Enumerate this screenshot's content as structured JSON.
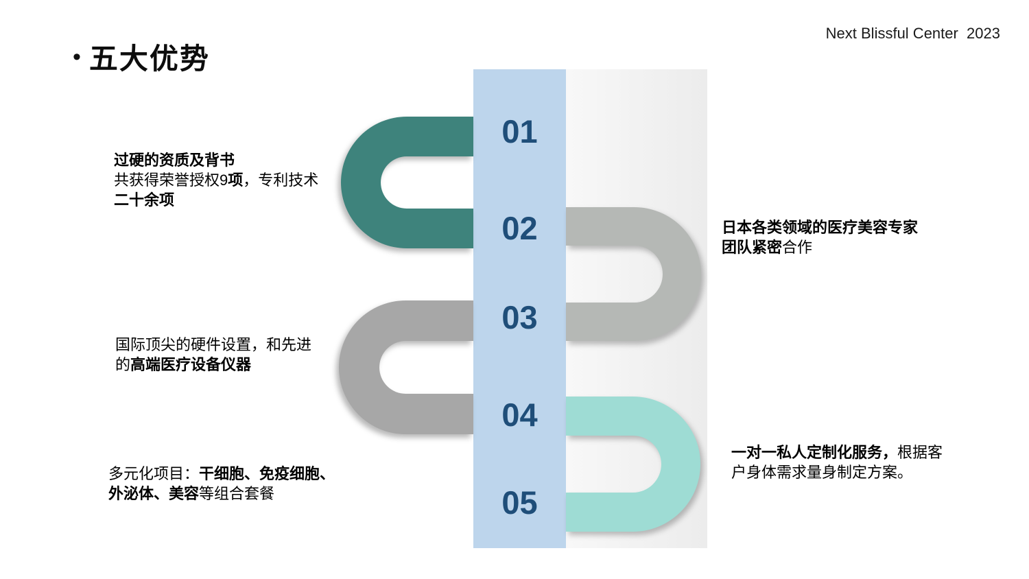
{
  "brand": "Next Blissful Center  2023",
  "title": {
    "bullet": "•",
    "text": "五大优势"
  },
  "steps": [
    "01",
    "02",
    "03",
    "04",
    "05"
  ],
  "colors": {
    "band": "#BDD5EC",
    "stripStart": "#F8F8F8",
    "stripEnd": "#ECECEC",
    "number": "#1F4E79",
    "teal": "#3E837C",
    "grayLeft": "#A7A7A7",
    "grayRight": "#B5B8B5",
    "mint": "#9EDCD4"
  },
  "advantages": [
    {
      "side": "left",
      "step": "01",
      "lines": [
        [
          {
            "t": "过硬的资质及背书"
          }
        ],
        [
          {
            "t": "共获得荣誉授权9"
          },
          {
            "t": "项"
          },
          {
            "t": "，专利技术"
          }
        ],
        [
          {
            "t": "二十余项"
          }
        ]
      ]
    },
    {
      "side": "left",
      "step": "03",
      "lines": [
        [
          {
            "t": "国际顶尖的硬件设置，和先进"
          }
        ],
        [
          {
            "t": "的"
          },
          {
            "t": "高端医疗设备仪器"
          }
        ]
      ]
    },
    {
      "side": "left",
      "step": "05",
      "lines": [
        [
          {
            "t": "多元化项目："
          },
          {
            "t": "干细胞、免疫细胞、"
          }
        ],
        [
          {
            "t": "外泌体、美容"
          },
          {
            "t": "等组合套餐"
          }
        ]
      ]
    },
    {
      "side": "right",
      "step": "02",
      "lines": [
        [
          {
            "t": "日本各类领域的医疗美容专家"
          }
        ],
        [
          {
            "t": "团队紧密"
          },
          {
            "t": "合作"
          }
        ]
      ]
    },
    {
      "side": "right",
      "step": "04",
      "lines": [
        [
          {
            "t": "一对一私人定制化服务，"
          },
          {
            "t": "根据客"
          }
        ],
        [
          {
            "t": "户身体需求量身制定方案。"
          }
        ]
      ]
    }
  ]
}
